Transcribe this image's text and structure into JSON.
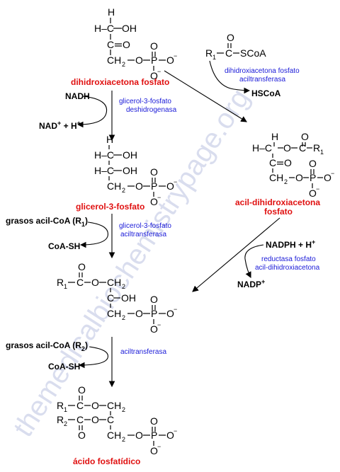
{
  "molecules": {
    "dhap": "dihidroxiacetona fosfato",
    "g3p": "glicerol-3-fosfato",
    "acyl_dhap_1": "acil-dihidroxiacetona",
    "acyl_dhap_2": "fosfato",
    "pa": "ácido fosfatídico"
  },
  "reagents": {
    "nadh": "NADH",
    "nad": "NAD",
    "nad_plus": "+",
    "plus_h": " + H",
    "h_plus": "+",
    "r1_scoa_r": "R",
    "r1_scoa_sub": "1",
    "r1_scoa_rest": "SCoA",
    "hscoa": "HSCoA",
    "fatty1_main": "grasos acil-CoA (R",
    "fatty1_sub": "1",
    "fatty1_close": ")",
    "coash1": "CoA-SH",
    "nadph": "NADPH + H",
    "nadph_plus": "+",
    "nadp": "NADP",
    "nadp_plus": "+",
    "fatty2_main": "grasos acil-CoA (R",
    "fatty2_sub": "2",
    "fatty2_close": ")",
    "coash2": "CoA-SH"
  },
  "enzymes": {
    "gpdh_1": "glicerol-3-fosfato",
    "gpdh_2": "deshidrogenasa",
    "dhapat_1": "dihidroxiacetona fosfato",
    "dhapat_2": "aciltransferasa",
    "gpat_1": "glicerol-3-fosfato",
    "gpat_2": "aciltransferasa",
    "red_1": "reductasa fosfato",
    "red_2": "acil-dihidroxiacetona",
    "lpaat": "aciltransferasa"
  },
  "atoms": {
    "H": "H",
    "C": "C",
    "O": "O",
    "P": "P",
    "OH": "OH",
    "HC": "H–C",
    "CH2": "CH",
    "two": "2",
    "R": "R",
    "one": "1",
    "minus": "−"
  },
  "watermark": "themedicalbiochemistrypage.org",
  "colors": {
    "product": "#e01010",
    "enzyme": "#1a1ad8",
    "watermark": "#7a88c4"
  }
}
